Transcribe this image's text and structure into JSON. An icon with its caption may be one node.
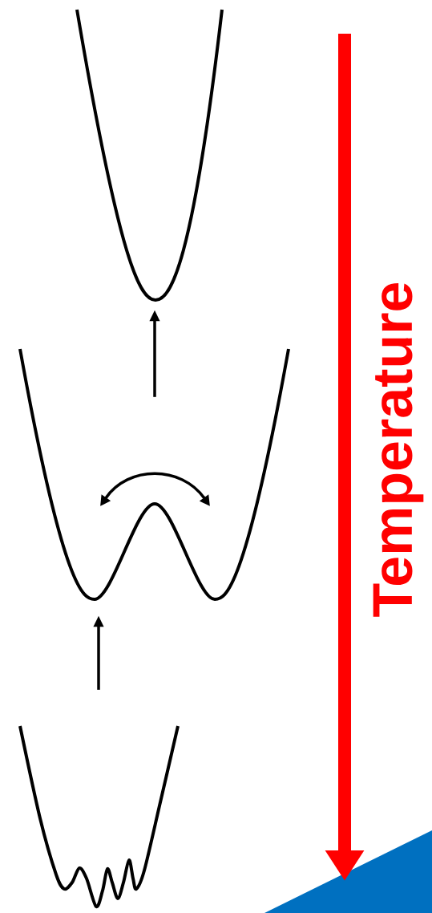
{
  "diagram": {
    "nodes": [
      {
        "text": [],
        "shape": "picture"
      },
      {
        "text": [],
        "shape": "picture"
      },
      {
        "text": [],
        "shape": "picture"
      }
    ],
    "edges": [
      {
        "from": 2,
        "to": 1,
        "arrow": "to"
      },
      {
        "from": 1,
        "to": 0,
        "arrow": "to"
      }
    ],
    "labels": [
      "Temperature"
    ]
  }
}
